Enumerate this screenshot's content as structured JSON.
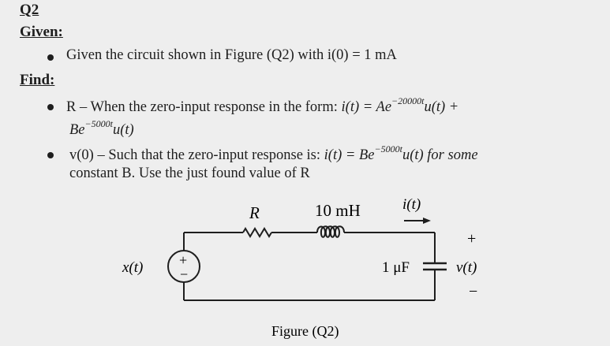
{
  "question": {
    "number": "Q2",
    "given_heading": "Given:",
    "given_text": "Given the circuit shown in Figure (Q2) with i(0) = 1 mA",
    "find_heading": "Find:",
    "find1_line1_prefix": "R – When the zero-input response in the form: ",
    "find1_line1_eq": "i(t) = Ae",
    "find1_exp1": "−20000t",
    "find1_line1_tail": "u(t) +",
    "find1_line2_eq": "Be",
    "find1_exp2": "−5000t",
    "find1_line2_tail": "u(t)",
    "find2_line1_prefix": "v(0) – Such that the zero-input response is: ",
    "find2_line1_eq": "i(t) = Be",
    "find2_exp": "−5000t",
    "find2_line1_tail": "u(t) for some",
    "find2_line2": "constant B. Use the just found value of R"
  },
  "circuit": {
    "resistor_label": "R",
    "inductor_label": "10 mH",
    "current_label": "i(t)",
    "source_label": "x(t)",
    "source_plus": "+",
    "source_minus": "−",
    "capacitor_label": "1 μF",
    "voltage_label": "v(t)",
    "voltage_plus": "+",
    "voltage_minus": "−"
  },
  "figure_caption": "Figure (Q2)"
}
